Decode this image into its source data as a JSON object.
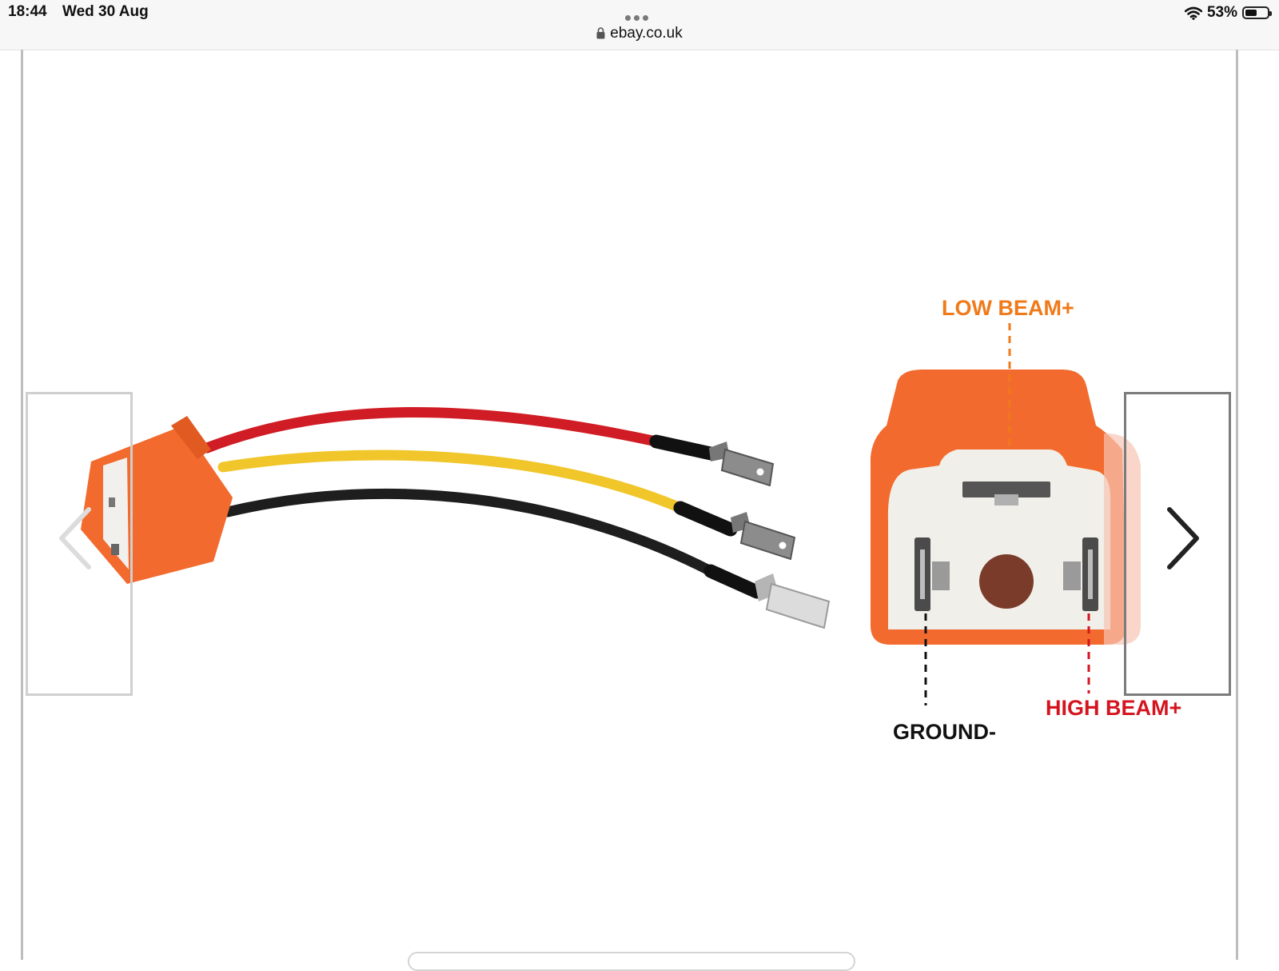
{
  "status_bar": {
    "time": "18:44",
    "date": "Wed 30 Aug",
    "url": "ebay.co.uk",
    "battery_percent": "53%",
    "battery_level": 0.53
  },
  "diagram": {
    "low_beam_label": "LOW BEAM+",
    "ground_label": "GROUND-",
    "high_beam_label": "HIGH BEAM+"
  },
  "colors": {
    "connector_orange": "#f26a2e",
    "low_beam_text": "#f07a1a",
    "high_beam_text": "#d4151f",
    "wire_red": "#d01c24",
    "wire_yellow": "#f1c62b",
    "wire_black": "#1e1e1e"
  },
  "icons": {
    "prev": "chevron-left-icon",
    "next": "chevron-right-icon",
    "lock": "lock-icon",
    "wifi": "wifi-icon",
    "battery": "battery-icon",
    "more": "more-dots-icon"
  }
}
